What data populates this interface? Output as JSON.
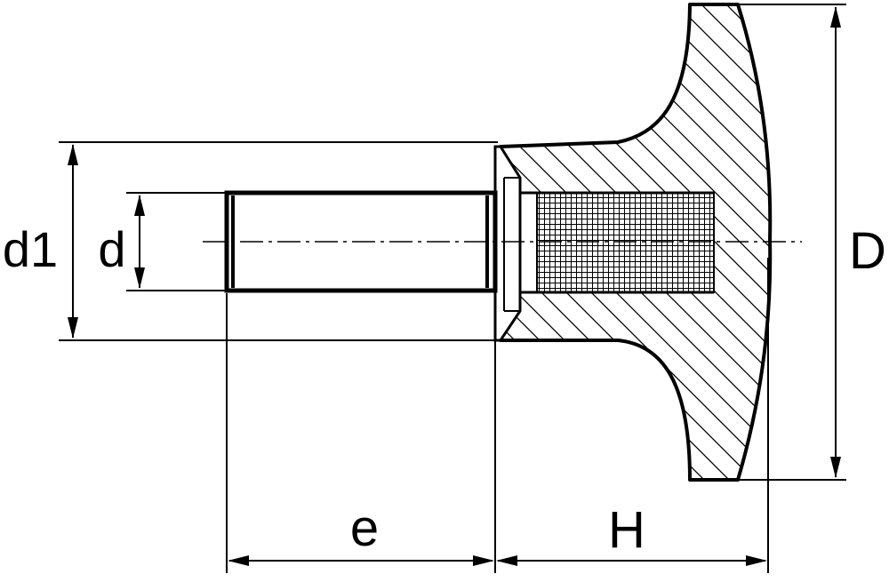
{
  "labels": {
    "d1": "d1",
    "d": "d",
    "D": "D",
    "e": "e",
    "H": "H"
  },
  "colors": {
    "line": "#000000",
    "background": "#ffffff"
  }
}
